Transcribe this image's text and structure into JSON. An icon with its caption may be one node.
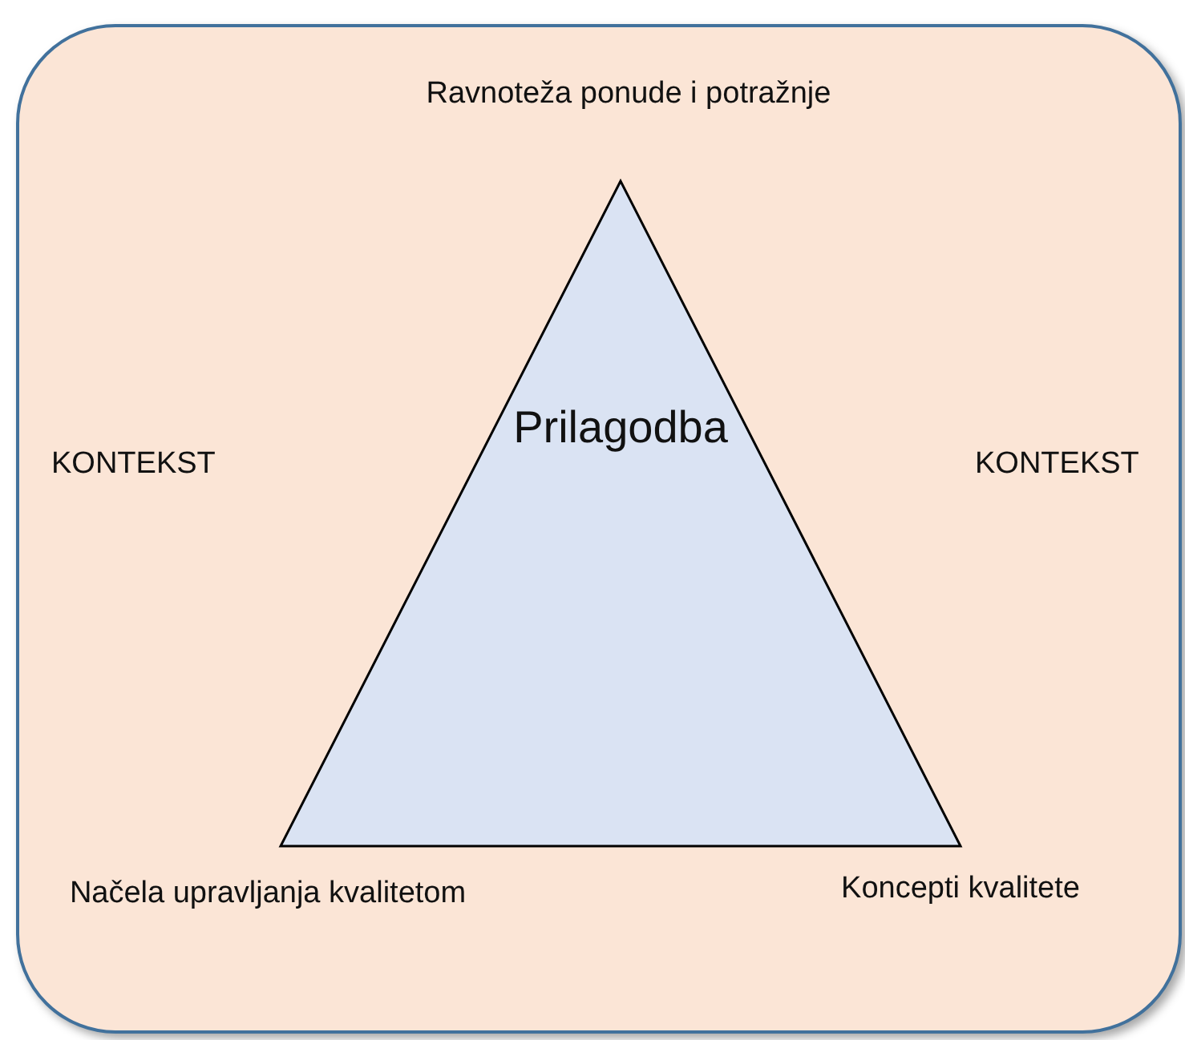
{
  "diagram": {
    "nodes": [
      {
        "text": [
          "KONTEKST",
          "KONTEKST"
        ]
      },
      {
        "text": [
          "Prilagodba"
        ],
        "in": 0,
        "beside": [
          "Ravnoteža ponude i potražnje",
          "Načela upravljanja kvalitetom",
          "Koncepti kvalitete"
        ]
      }
    ]
  }
}
